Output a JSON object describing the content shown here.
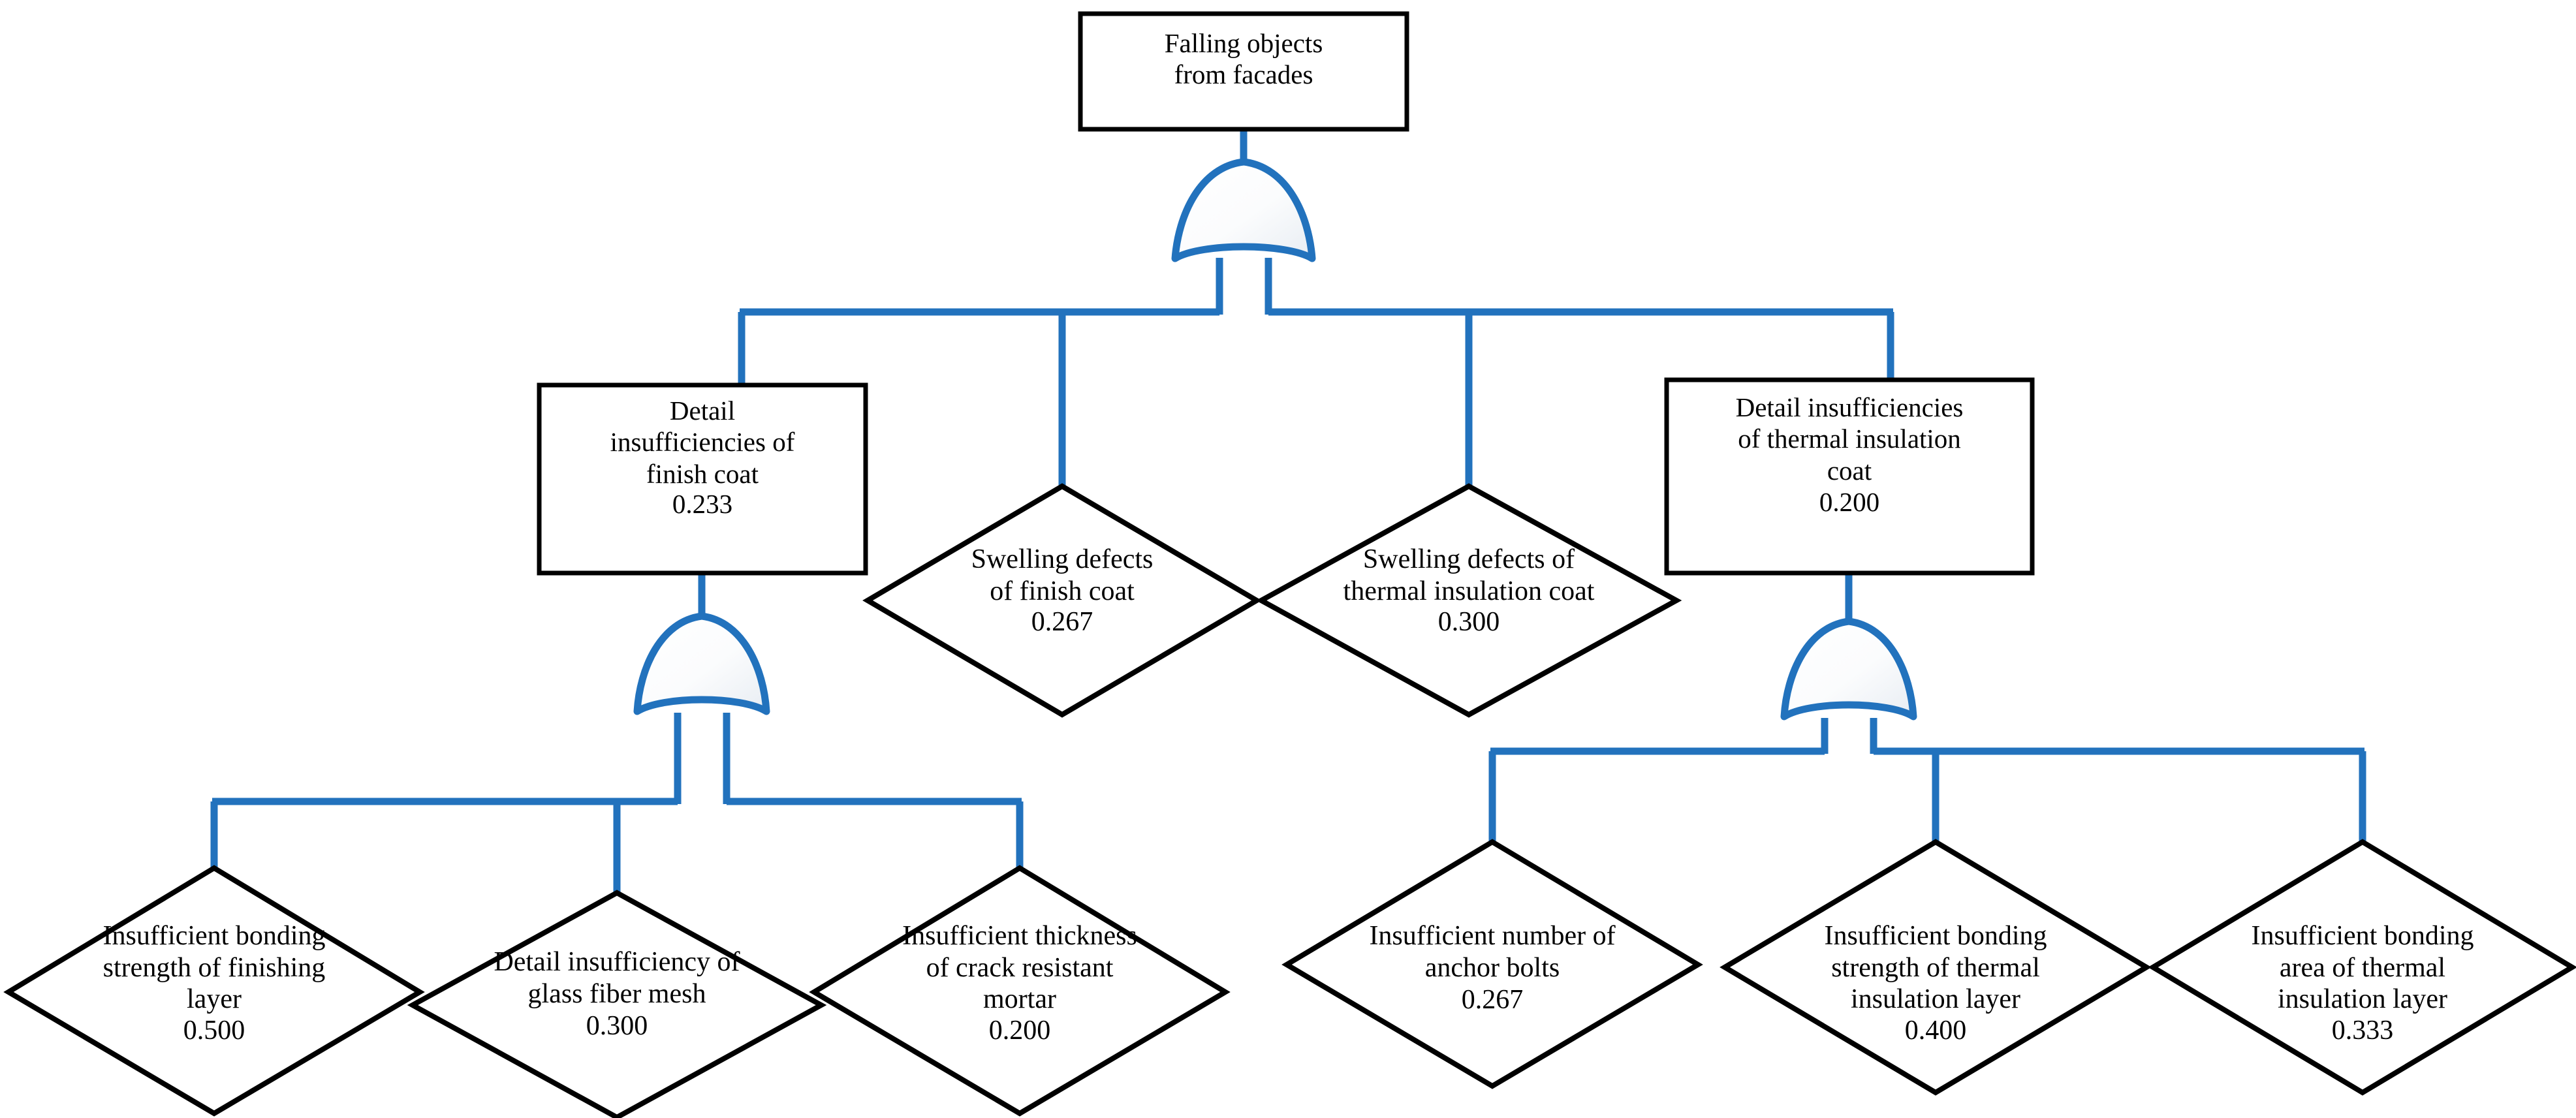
{
  "diagram": {
    "type": "fault-tree",
    "title_node": "Falling objects\nfrom facades",
    "accent_color": "#2272bd",
    "outline_color": "#000000",
    "background_color": "#ffffff",
    "gate_type": "OR",
    "gate_count": 3,
    "nodes": [
      {
        "id": "top",
        "shape": "rectangle",
        "level": 0,
        "label": "Falling objects\nfrom facades",
        "value": ""
      },
      {
        "id": "m1",
        "shape": "rectangle",
        "level": 1,
        "label": "Detail\ninsufficiencies of\nfinish coat",
        "value": "0.233"
      },
      {
        "id": "m2",
        "shape": "diamond",
        "level": 1,
        "label": "Swelling  defects\nof finish coat",
        "value": "0.267"
      },
      {
        "id": "m3",
        "shape": "diamond",
        "level": 1,
        "label": "Swelling  defects of\nthermal insulation coat",
        "value": "0.300"
      },
      {
        "id": "m4",
        "shape": "rectangle",
        "level": 1,
        "label": "Detail insufficiencies\nof thermal insulation\ncoat",
        "value": "0.200"
      },
      {
        "id": "b1",
        "shape": "diamond",
        "level": 2,
        "label": "Insufficient bonding\nstrength of finishing\nlayer",
        "value": "0.500"
      },
      {
        "id": "b2",
        "shape": "diamond",
        "level": 2,
        "label": "Detail insufficiency of\nglass fiber mesh",
        "value": "0.300"
      },
      {
        "id": "b3",
        "shape": "diamond",
        "level": 2,
        "label": "Insufficient thickness\nof crack resistant\nmortar",
        "value": "0.200"
      },
      {
        "id": "b4",
        "shape": "diamond",
        "level": 2,
        "label": "Insufficient number of\nanchor bolts",
        "value": "0.267"
      },
      {
        "id": "b5",
        "shape": "diamond",
        "level": 2,
        "label": "Insufficient bonding\nstrength of thermal\ninsulation layer",
        "value": "0.400"
      },
      {
        "id": "b6",
        "shape": "diamond",
        "level": 2,
        "label": "Insufficient bonding\narea of thermal\ninsulation layer",
        "value": "0.333"
      }
    ]
  },
  "chart_data": {
    "type": "table",
    "title": "Falling objects from facades",
    "categories": [
      "Detail insufficiencies of finish coat",
      "Swelling  defects of finish coat",
      "Swelling  defects of thermal insulation coat",
      "Detail insufficiencies of thermal insulation coat",
      "Insufficient bonding strength of finishing layer",
      "Detail insufficiency of glass fiber mesh",
      "Insufficient thickness of crack resistant mortar",
      "Insufficient number of anchor bolts",
      "Insufficient bonding strength of thermal insulation layer",
      "Insufficient bonding area of thermal insulation layer"
    ],
    "values": [
      0.233,
      0.267,
      0.3,
      0.2,
      0.5,
      0.3,
      0.2,
      0.267,
      0.4,
      0.333
    ]
  }
}
